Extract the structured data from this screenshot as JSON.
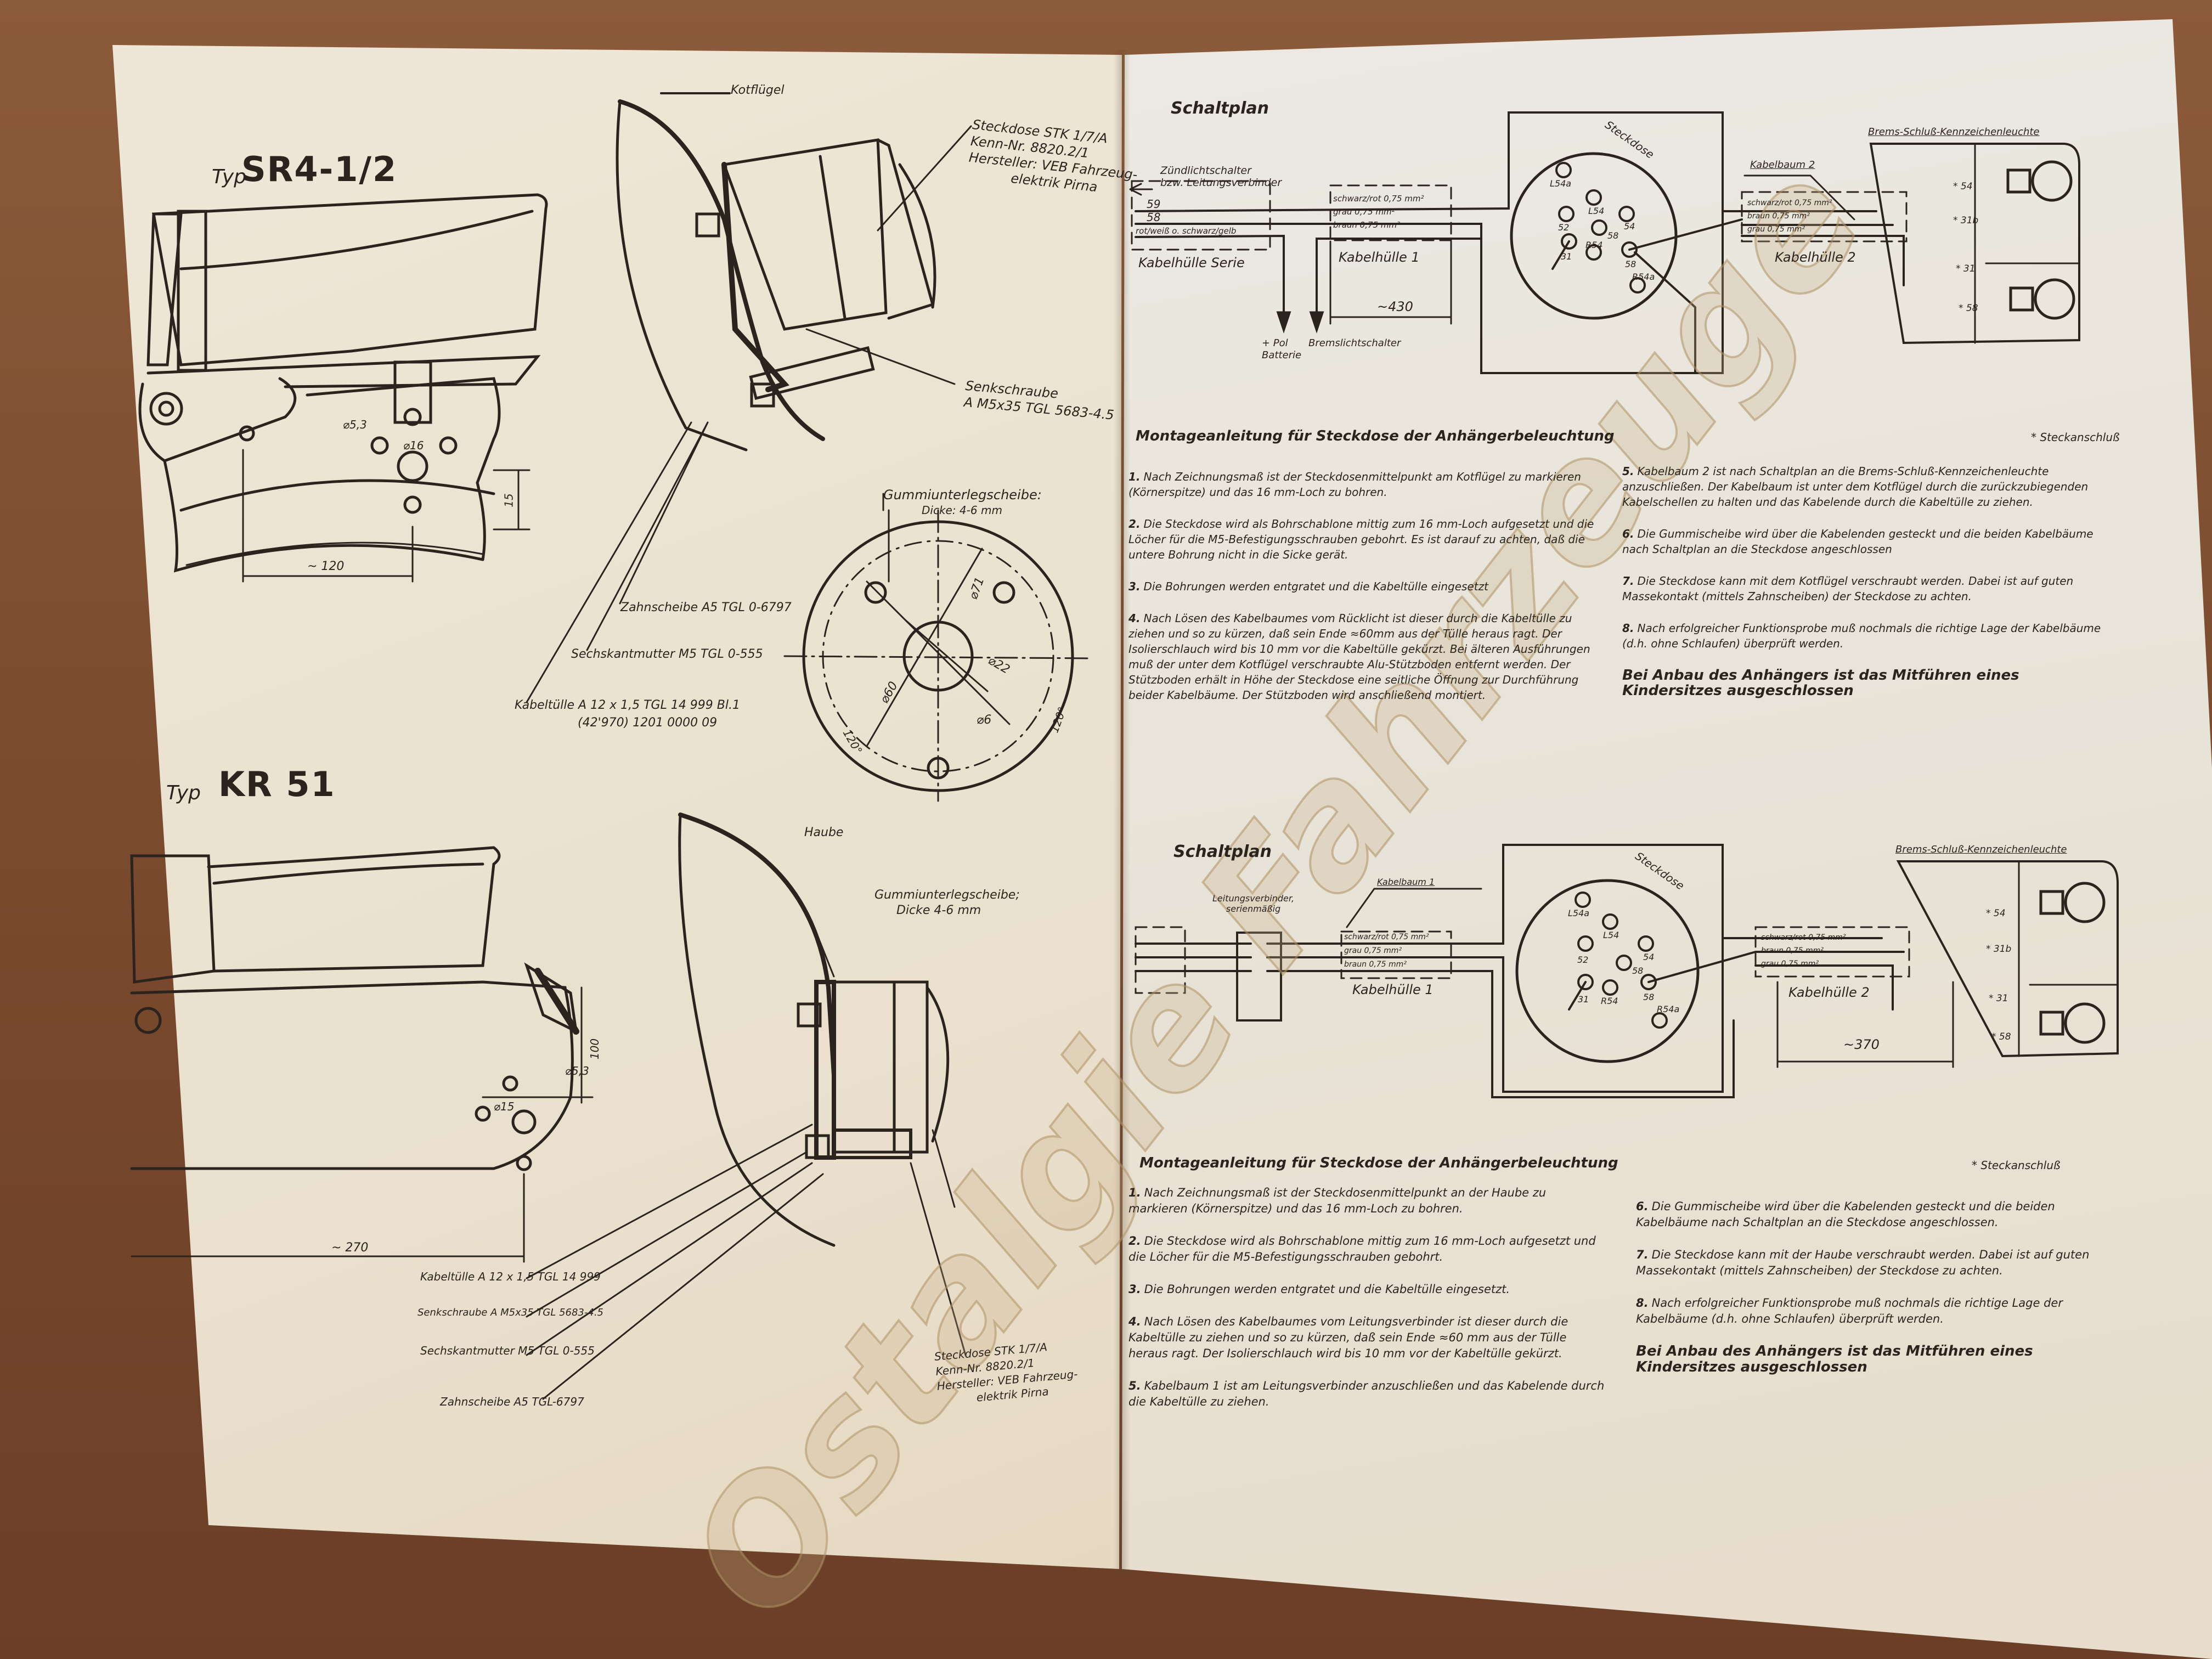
{
  "left_page": {
    "sr4": {
      "type_label": "Typ",
      "model": "SR4-1/2",
      "kotfluegel": "Kotflügel",
      "steckdose": [
        "Steckdose STK 1/7/A",
        "Kenn-Nr. 8820.2/1",
        "Hersteller: VEB Fahrzeug-",
        "elektrik Pirna"
      ],
      "senkschraube": [
        "Senkschraube",
        "A M5x35 TGL 5683-4.5"
      ],
      "gummi": [
        "Gummiunterlegscheibe:",
        "Dicke: 4-6 mm"
      ],
      "zahnscheibe": "Zahnscheibe A5 TGL 0-6797",
      "sechskantmutter": "Sechskantmutter M5 TGL 0-555",
      "kabeltuelle": [
        "Kabeltülle A 12 x 1,5 TGL 14 999 Bl.1",
        "(42'970) 1201 0000 09"
      ],
      "dims": {
        "d53": "⌀5,3",
        "d16": "⌀16",
        "h15": "15",
        "w120": "~ 120",
        "d71": "⌀71",
        "d22": "⌀22",
        "d60": "⌀60",
        "d6": "⌀6",
        "a1": "120°",
        "a2": "120°"
      }
    },
    "kr51": {
      "type_label": "Typ",
      "model": "KR 51",
      "haube": "Haube",
      "gummi": [
        "Gummiunterlegscheibe;",
        "Dicke 4-6 mm"
      ],
      "kabeltuelle": "Kabeltülle A 12 x 1,5 TGL 14 999",
      "senkschraube": "Senkschraube A M5x35 TGL 5683-4.5",
      "sechskantmutter": "Sechskantmutter M5 TGL 0-555",
      "zahnscheibe": "Zahnscheibe A5 TGL-6797",
      "steckdose": [
        "Steckdose STK 1/7/A",
        "Kenn-Nr. 8820.2/1",
        "Hersteller: VEB Fahrzeug-",
        "elektrik Pirna"
      ],
      "dims": {
        "w270": "~ 270",
        "d53": "⌀5,3",
        "d15": "⌀15",
        "h100": "100"
      }
    }
  },
  "right_page": {
    "schaltplan1": {
      "title": "Schaltplan",
      "zuendlicht": [
        "Zündlichtschalter",
        "bzw. Leitungsverbinder"
      ],
      "wire59": "59",
      "wire58": "58",
      "wire_rot": "rot/weiß o. schwarz/gelb",
      "kabelhuelle_serie": "Kabelhülle Serie",
      "kh1_wires": [
        "schwarz/rot 0,75 mm²",
        "grau 0,75 mm²",
        "braun 0,75 mm²"
      ],
      "kabelhuelle1": "Kabelhülle 1",
      "len1": "~430",
      "pol": [
        "+ Pol",
        "Batterie"
      ],
      "bremslichtschalter": "Bremslichtschalter",
      "steckdose": "Steckdose",
      "pins": [
        "L54a",
        "L54",
        "54",
        "52",
        "58",
        "R54",
        "31",
        "58",
        "R54a"
      ],
      "kabelbaum2": "Kabelbaum 2",
      "kh2_wires": [
        "schwarz/rot 0,75 mm²",
        "braun 0,75 mm²",
        "grau 0,75 mm²"
      ],
      "kabelhuelle2": "Kabelhülle 2",
      "leuchte": "Brems-Schluß-Kennzeichenleuchte",
      "terminals": [
        "* 54",
        "* 31b",
        "* 31",
        "* 58"
      ]
    },
    "anleitung1": {
      "title": "Montageanleitung für Steckdose der Anhängerbeleuchtung",
      "legend": "* Steckanschluß",
      "steps_left": [
        {
          "n": "1.",
          "text": "Nach Zeichnungsmaß ist der Steckdosenmittelpunkt am Kotflügel zu markieren (Körnerspitze) und das 16 mm-Loch zu bohren."
        },
        {
          "n": "2.",
          "text": "Die Steckdose wird als Bohrschablone mittig zum 16 mm-Loch aufgesetzt und die Löcher für die M5-Befestigungsschrauben gebohrt. Es ist darauf zu achten, daß die untere Bohrung nicht in die Sicke gerät."
        },
        {
          "n": "3.",
          "text": "Die Bohrungen werden entgratet und die Kabeltülle eingesetzt"
        },
        {
          "n": "4.",
          "text": "Nach Lösen des Kabelbaumes vom Rücklicht ist dieser durch die Kabeltülle zu ziehen und so zu kürzen, daß sein Ende ≈60mm aus der Tülle heraus ragt. Der Isolierschlauch wird bis 10 mm vor die Kabeltülle gekürzt. Bei älteren Ausführungen muß der unter dem Kotflügel verschraubte Alu-Stützboden entfernt werden. Der Stützboden erhält in Höhe der Steckdose eine seitliche Öffnung zur Durchführung beider Kabelbäume. Der Stützboden wird anschließend montiert."
        }
      ],
      "steps_right": [
        {
          "n": "5.",
          "text": "Kabelbaum 2 ist nach Schaltplan an die Brems-Schluß-Kennzeichenleuchte anzuschließen. Der Kabelbaum ist unter dem Kotflügel durch die zurückzubiegenden Kabelschellen zu halten und das Kabelende durch die Kabeltülle zu ziehen."
        },
        {
          "n": "6.",
          "text": "Die Gummischeibe wird über die Kabelenden gesteckt und die beiden Kabelbäume nach Schaltplan an die Steckdose angeschlossen"
        },
        {
          "n": "7.",
          "text": "Die Steckdose kann mit dem Kotflügel verschraubt werden. Dabei ist auf guten Massekontakt (mittels Zahnscheiben) der Steckdose zu achten."
        },
        {
          "n": "8.",
          "text": "Nach erfolgreicher Funktionsprobe muß nochmals die richtige Lage der Kabelbäume (d.h. ohne Schlaufen) überprüft werden."
        }
      ],
      "note": "Bei Anbau des Anhängers ist das Mitführen eines Kindersitzes ausgeschlossen"
    },
    "schaltplan2": {
      "title": "Schaltplan",
      "leitungsverbinder": [
        "Leitungsverbinder,",
        "serienmäßig"
      ],
      "kabelbaum1": "Kabelbaum 1",
      "kh1_wires": [
        "schwarz/rot 0,75 mm²",
        "grau 0,75 mm²",
        "braun 0,75 mm²"
      ],
      "kabelhuelle1": "Kabelhülle 1",
      "steckdose": "Steckdose",
      "pins": [
        "L54a",
        "L54",
        "54",
        "52",
        "58",
        "R54",
        "31",
        "58",
        "R54a"
      ],
      "kh2_wires": [
        "schwarz/rot 0,75 mm²",
        "braun 0,75 mm²",
        "grau 0,75 mm²"
      ],
      "kabelhuelle2": "Kabelhülle 2",
      "len2": "~370",
      "leuchte": "Brems-Schluß-Kennzeichenleuchte",
      "terminals": [
        "* 54",
        "* 31b",
        "* 31",
        "* 58"
      ]
    },
    "anleitung2": {
      "title": "Montageanleitung für Steckdose der Anhängerbeleuchtung",
      "legend": "* Steckanschluß",
      "steps_left": [
        {
          "n": "1.",
          "text": "Nach Zeichnungsmaß ist der Steckdosenmittelpunkt an der Haube zu markieren (Körnerspitze) und das 16 mm-Loch zu bohren."
        },
        {
          "n": "2.",
          "text": "Die Steckdose wird als Bohrschablone mittig zum 16 mm-Loch aufgesetzt und die Löcher für die M5-Befestigungsschrauben gebohrt."
        },
        {
          "n": "3.",
          "text": "Die Bohrungen werden entgratet und die Kabeltülle eingesetzt."
        },
        {
          "n": "4.",
          "text": "Nach Lösen des Kabelbaumes vom Leitungsverbinder ist dieser durch die Kabeltülle zu ziehen und so zu kürzen, daß sein Ende ≈60 mm aus der Tülle heraus ragt. Der Isolierschlauch wird bis 10 mm vor der Kabeltülle gekürzt."
        },
        {
          "n": "5.",
          "text": "Kabelbaum 1 ist am Leitungsverbinder anzuschließen und das Kabelende durch die Kabeltülle zu ziehen."
        }
      ],
      "steps_right": [
        {
          "n": "6.",
          "text": "Die Gummischeibe wird über die Kabelenden gesteckt und die beiden Kabelbäume nach Schaltplan an die Steckdose angeschlossen."
        },
        {
          "n": "7.",
          "text": "Die Steckdose kann mit der Haube verschraubt werden. Dabei ist auf guten Massekontakt (mittels Zahnscheiben) der Steckdose zu achten."
        },
        {
          "n": "8.",
          "text": "Nach erfolgreicher Funktionsprobe muß nochmals die richtige Lage der Kabelbäume (d.h. ohne Schlaufen) überprüft werden."
        }
      ],
      "note": "Bei Anbau des Anhängers ist das Mitführen eines Kindersitzes ausgeschlossen"
    }
  },
  "watermark": "Ostalgie Fahrzeuge",
  "colors": {
    "ink": "#2b231d",
    "paper": "#ece6da",
    "table": "#7a4a2e"
  }
}
